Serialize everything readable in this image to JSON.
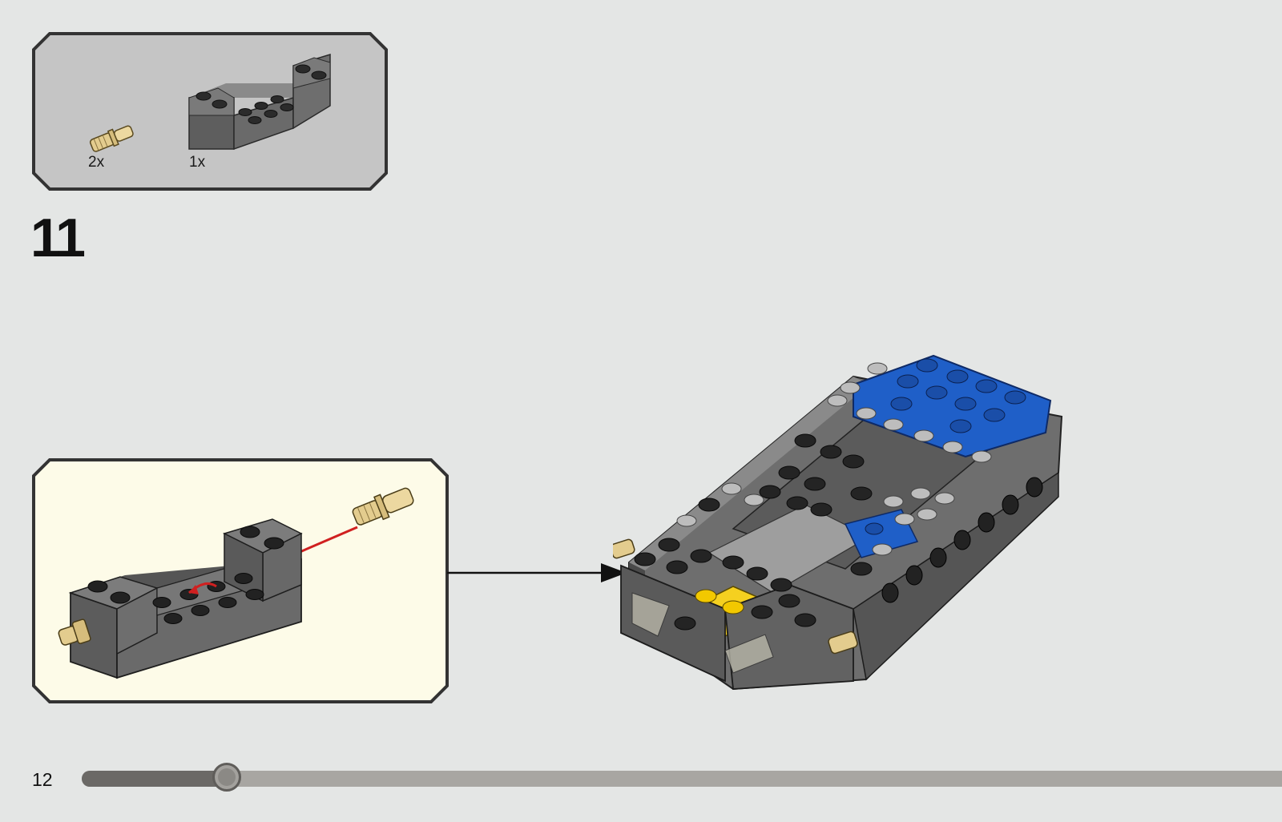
{
  "parts_list": {
    "items": [
      {
        "part": "tan-connector-pin",
        "quantity": "2x"
      },
      {
        "part": "dark-grey-brick-bracket",
        "quantity": "1x"
      }
    ]
  },
  "step": {
    "number": "11"
  },
  "page": {
    "number": "12"
  },
  "progress": {
    "fraction": 0.121
  },
  "colors": {
    "background": "#e4e6e5",
    "parts_panel": "#c5c5c5",
    "callout_panel": "#fdfbe8",
    "frame": "#333333",
    "pin_tan": "#e3cc8e",
    "brick_dark_grey": "#6f6f6f",
    "brick_blue": "#1f5fc8",
    "brick_yellow": "#f5d020",
    "guide_line_red": "#d02020"
  }
}
